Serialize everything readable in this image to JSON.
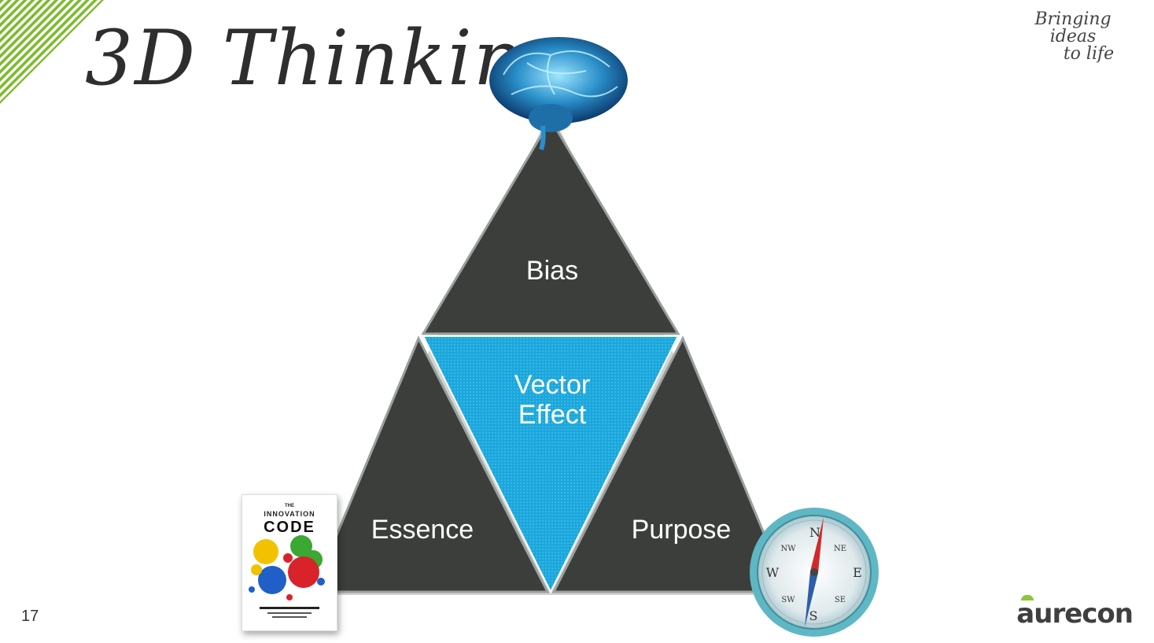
{
  "slide": {
    "title": "3D Thinking",
    "tagline_line1": "Bringing ideas",
    "tagline_line2": "to life",
    "number": "17",
    "logo_text": "aurecon"
  },
  "diagram": {
    "top": "Bias",
    "center_line1": "Vector",
    "center_line2": "Effect",
    "bottom_left": "Essence",
    "bottom_right": "Purpose"
  },
  "book": {
    "the": "THE",
    "line1": "INNOVATION",
    "line2": "CODE"
  },
  "compass": {
    "n": "N",
    "ne": "NE",
    "e": "E",
    "se": "SE",
    "s": "S",
    "sw": "SW",
    "w": "W",
    "nw": "NW"
  },
  "colors": {
    "dark_triangle": "#3c3e3c",
    "center_triangle": "#1aa7dc",
    "accent_green": "#8cc63f"
  }
}
